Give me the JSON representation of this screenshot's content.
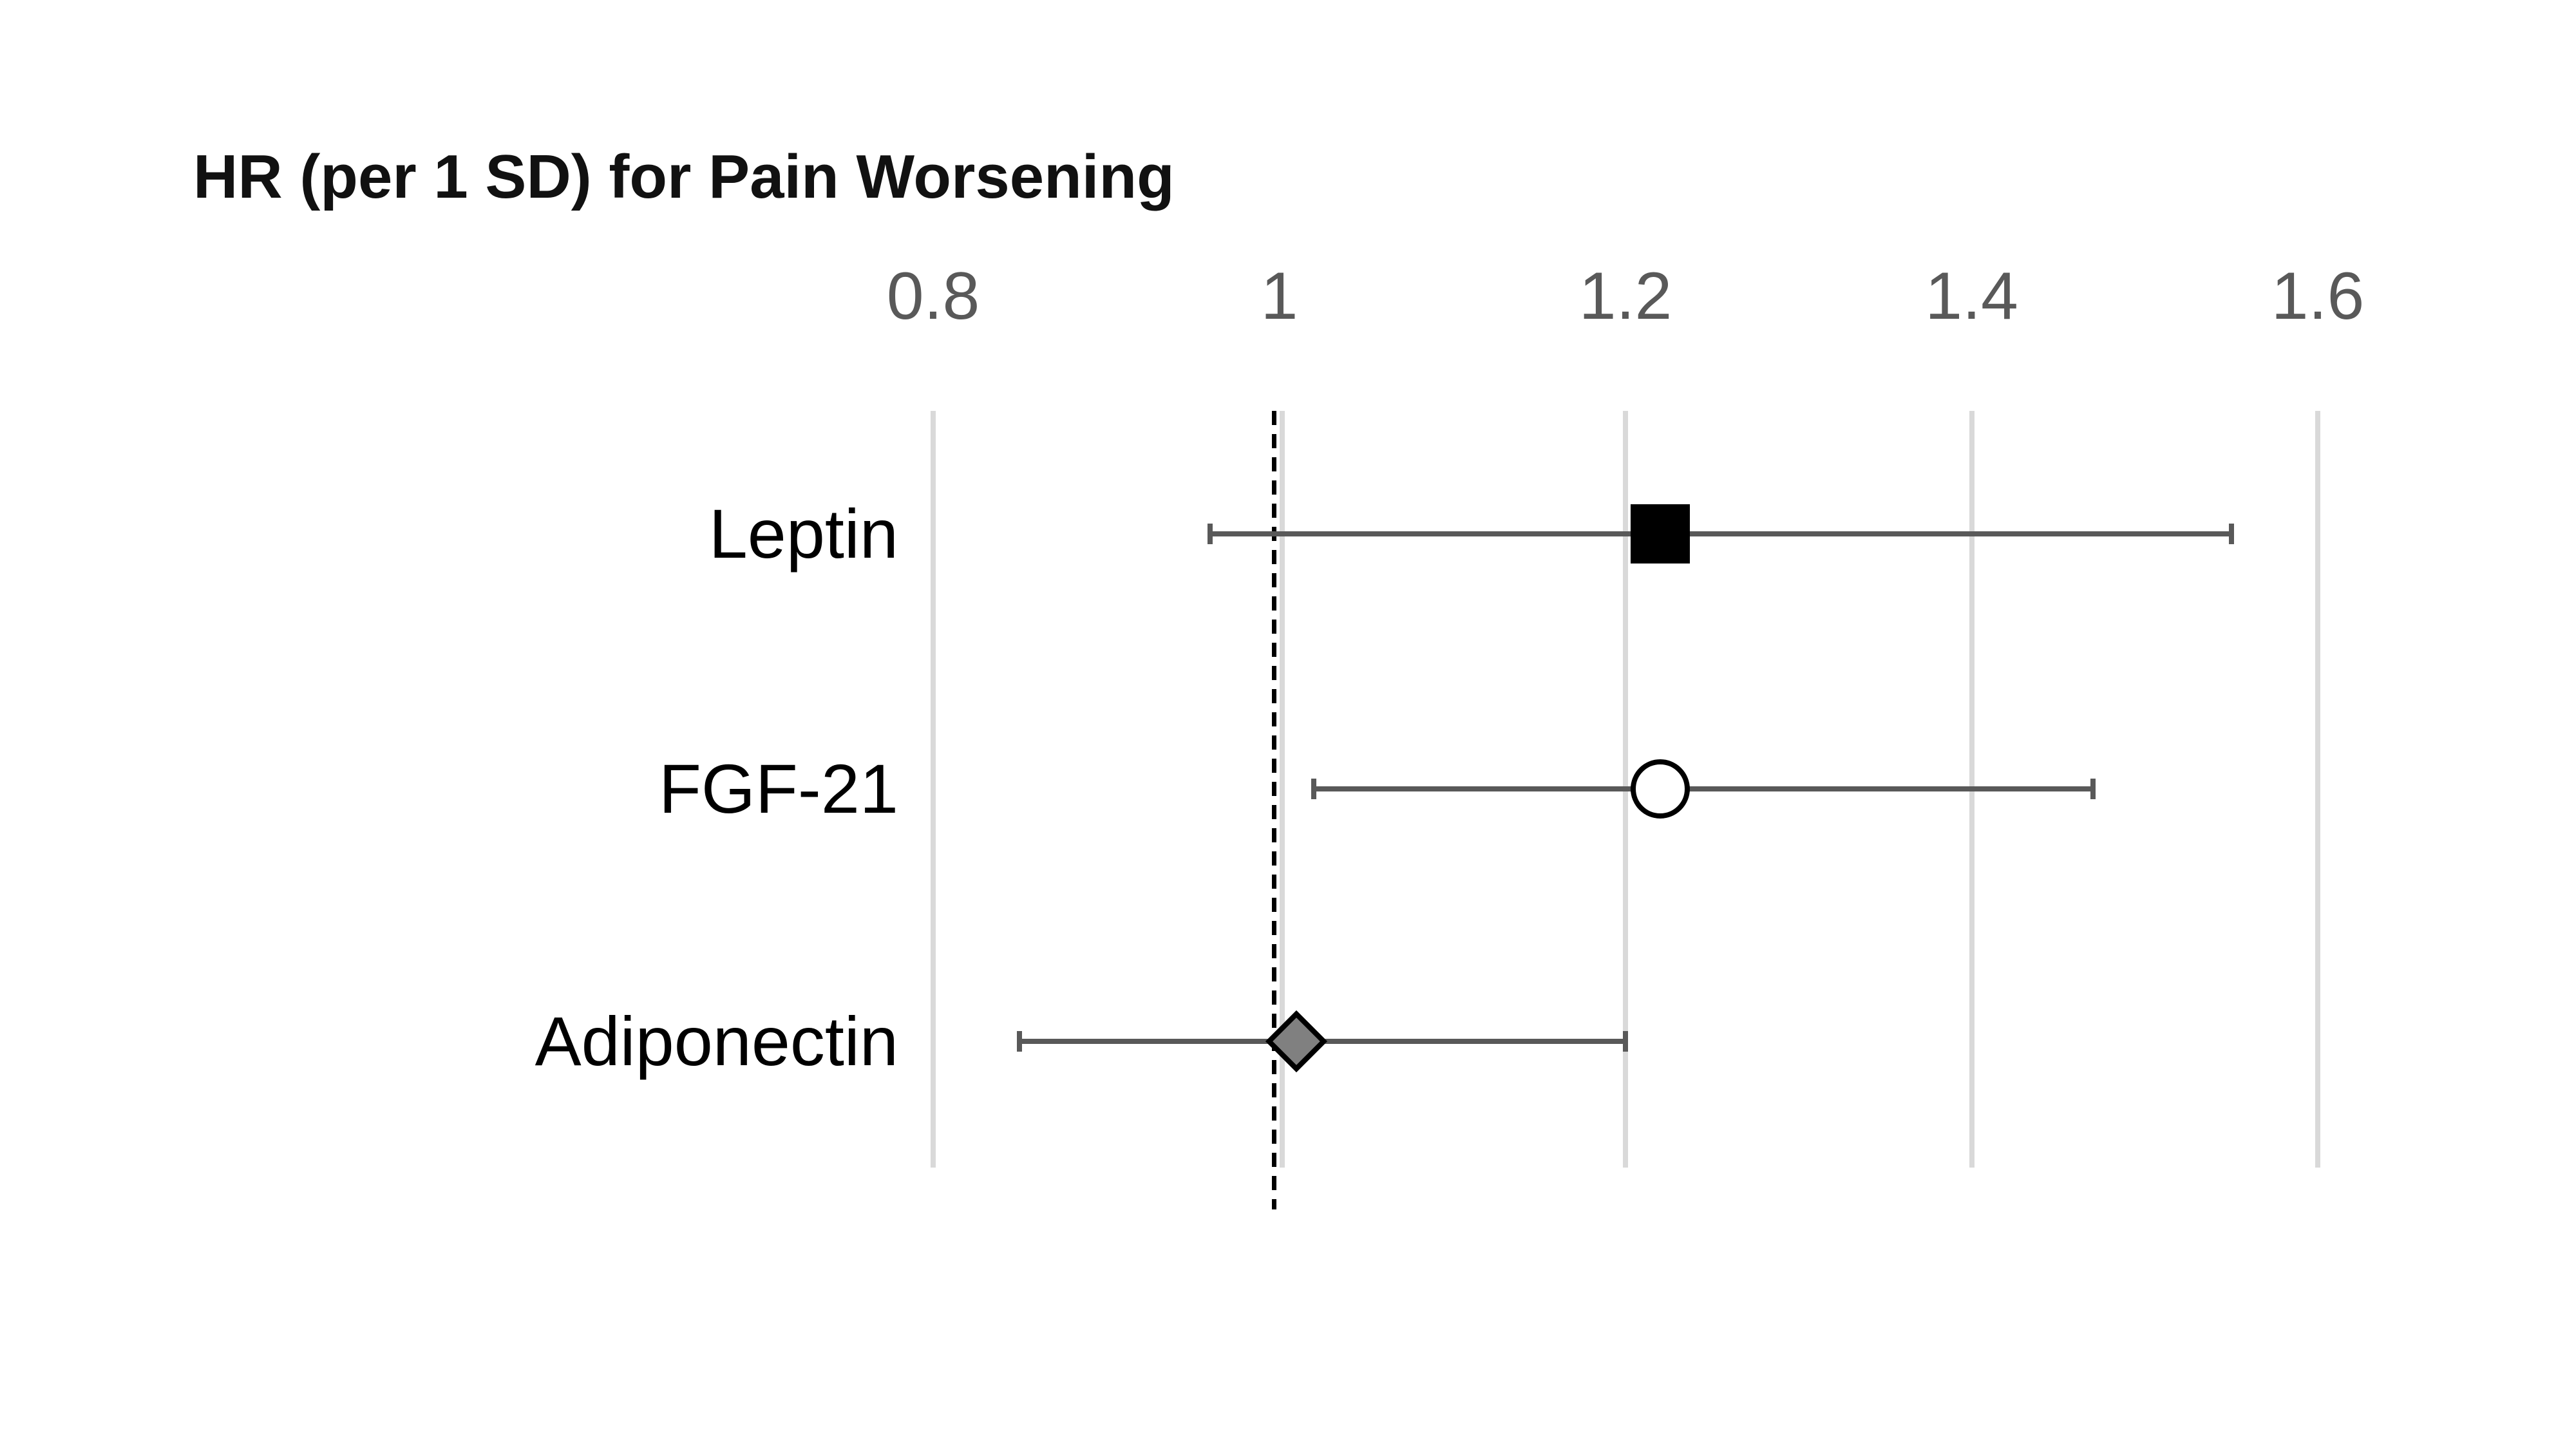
{
  "page": {
    "background": "#ffffff"
  },
  "chart_data": {
    "type": "forest",
    "title": "HR (per 1 SD) for Pain Worsening",
    "xlabel": "",
    "ylabel": "",
    "x_tick_labels": [
      "0.8",
      "1",
      "1.2",
      "1.4",
      "1.6"
    ],
    "x_tick_values": [
      0.8,
      1.0,
      1.2,
      1.4,
      1.6
    ],
    "xlim": [
      0.8,
      1.6
    ],
    "reference_line": 1.0,
    "grid": true,
    "legend": "none",
    "rows": [
      {
        "label": "Leptin",
        "hr": 1.22,
        "ci_low": 0.96,
        "ci_high": 1.55,
        "marker": "square",
        "marker_fill": "#000000"
      },
      {
        "label": "FGF-21",
        "hr": 1.22,
        "ci_low": 1.02,
        "ci_high": 1.47,
        "marker": "circle",
        "marker_fill": "#ffffff"
      },
      {
        "label": "Adiponectin",
        "hr": 1.01,
        "ci_low": 0.85,
        "ci_high": 1.2,
        "marker": "diamond",
        "marker_fill": "#808080"
      }
    ],
    "colors": {
      "title_text": "#111111",
      "tick_text": "#595959",
      "label_text": "#000000",
      "gridline": "#d9d9d9",
      "error_bar": "#595959",
      "marker_outline": "#000000",
      "reference_line": "#000000"
    }
  }
}
